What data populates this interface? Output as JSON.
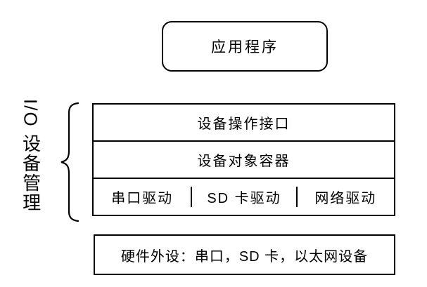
{
  "diagram": {
    "application_box": {
      "label": "应用程序"
    },
    "side_label": {
      "text": "I/O 设备管理"
    },
    "layer_stack": {
      "layers": [
        {
          "label": "设备操作接口"
        },
        {
          "label": "设备对象容器"
        }
      ],
      "drivers": [
        {
          "label": "串口驱动"
        },
        {
          "label": "SD 卡驱动"
        },
        {
          "label": "网络驱动"
        }
      ]
    },
    "hardware_box": {
      "label": "硬件外设：串口，SD 卡，以太网设备"
    },
    "colors": {
      "line": "#000000",
      "text": "#000000",
      "background": "#ffffff"
    }
  }
}
